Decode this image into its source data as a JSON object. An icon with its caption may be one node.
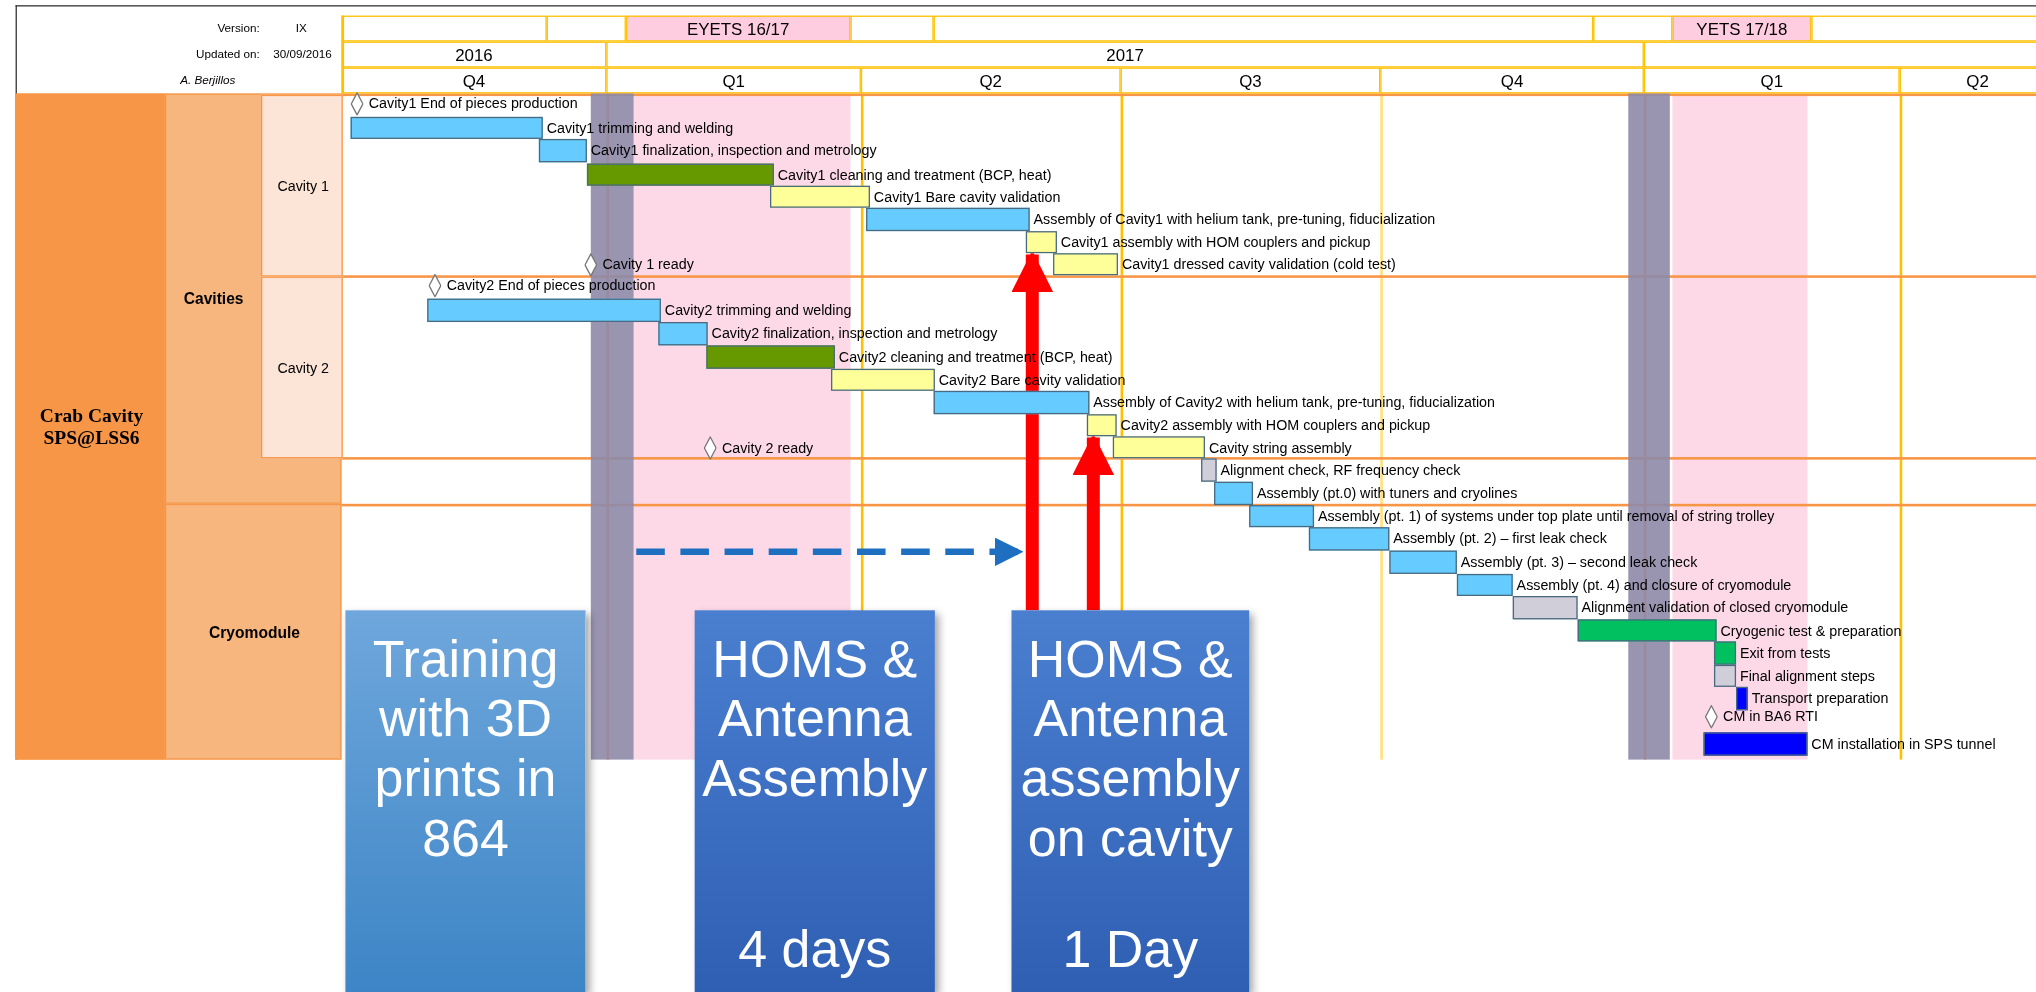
{
  "diagram": {
    "nodes": [
      {
        "text": [
          "Crab Cavity SPS@LSS6"
        ]
      },
      {
        "text": [
          "Cavities"
        ]
      },
      {
        "text": [
          "Cavity 1"
        ],
        "in": 1
      },
      {
        "text": [
          "Cavity 2"
        ],
        "in": 1
      },
      {
        "text": [
          "Cryomodule"
        ]
      },
      {
        "text": [],
        "shape": "diamond",
        "beside": [
          "Cavity1 End of pieces production"
        ]
      },
      {
        "text": [],
        "shape": "bar",
        "beside": [
          "Cavity1 trimming and welding"
        ]
      },
      {
        "text": [],
        "shape": "bar",
        "beside": [
          "Cavity1 finalization, inspection and metrology"
        ]
      },
      {
        "text": [],
        "shape": "bar",
        "beside": [
          "Cavity1 cleaning and treatment (BCP, heat)"
        ]
      },
      {
        "text": [],
        "shape": "bar",
        "beside": [
          "Cavity1 Bare cavity validation"
        ]
      },
      {
        "text": [],
        "shape": "bar",
        "beside": [
          "Assembly of Cavity1 with helium tank, pre-tuning, fiducialization"
        ]
      },
      {
        "text": [],
        "shape": "bar",
        "beside": [
          "Cavity1 assembly with HOM couplers and pickup"
        ]
      },
      {
        "text": [],
        "shape": "bar",
        "beside": [
          "Cavity1 dressed cavity validation (cold test)"
        ]
      },
      {
        "text": [],
        "shape": "diamond",
        "beside": [
          "Cavity 1 ready"
        ]
      },
      {
        "text": [],
        "shape": "diamond",
        "beside": [
          "Cavity2 End of pieces production"
        ]
      },
      {
        "text": [],
        "shape": "bar",
        "beside": [
          "Cavity2 trimming and welding"
        ]
      },
      {
        "text": [],
        "shape": "bar",
        "beside": [
          "Cavity2 finalization, inspection and metrology"
        ]
      },
      {
        "text": [],
        "shape": "bar",
        "beside": [
          "Cavity2 cleaning and treatment (BCP, heat)"
        ]
      },
      {
        "text": [],
        "shape": "bar",
        "beside": [
          "Cavity2 Bare cavity validation"
        ]
      },
      {
        "text": [],
        "shape": "bar",
        "beside": [
          "Assembly of Cavity2 with helium tank, pre-tuning, fiducialization"
        ]
      },
      {
        "text": [],
        "shape": "bar",
        "beside": [
          "Cavity2 assembly with HOM couplers and pickup"
        ]
      },
      {
        "text": [],
        "shape": "diamond",
        "beside": [
          "Cavity 2 ready"
        ]
      },
      {
        "text": [],
        "shape": "bar",
        "beside": [
          "Cavity string assembly"
        ]
      },
      {
        "text": [],
        "shape": "bar",
        "beside": [
          "Alignment check, RF frequency check"
        ]
      },
      {
        "text": [],
        "shape": "bar",
        "beside": [
          "Assembly (pt.0) with tuners and cryolines"
        ]
      },
      {
        "text": [],
        "shape": "bar",
        "beside": [
          "Assembly (pt. 1) of systems under top plate until removal of string trolley"
        ]
      },
      {
        "text": [],
        "shape": "bar",
        "beside": [
          "Assembly (pt. 2) – first leak check"
        ]
      },
      {
        "text": [],
        "shape": "bar",
        "beside": [
          "Assembly (pt. 3) – second leak check"
        ]
      },
      {
        "text": [],
        "shape": "bar",
        "beside": [
          "Assembly (pt. 4) and closure of cryomodule"
        ]
      },
      {
        "text": [],
        "shape": "bar",
        "beside": [
          "Alignment validation of closed cryomodule"
        ]
      },
      {
        "text": [],
        "shape": "bar",
        "beside": [
          "Cryogenic test & preparation"
        ]
      },
      {
        "text": [],
        "shape": "bar",
        "beside": [
          "Exit from tests"
        ]
      },
      {
        "text": [],
        "shape": "bar",
        "beside": [
          "Final alignment steps"
        ]
      },
      {
        "text": [],
        "shape": "bar",
        "beside": [
          "Transport preparation"
        ]
      },
      {
        "text": [],
        "shape": "diamond",
        "beside": [
          "CM in BA6 RTI"
        ]
      },
      {
        "text": [],
        "shape": "bar",
        "beside": [
          "CM installation in SPS tunnel"
        ]
      },
      {
        "text": [
          "Training with 3D prints in 864"
        ]
      },
      {
        "text": [
          "HOMS & Antenna Assembly",
          "4 days"
        ]
      },
      {
        "text": [
          "HOMS & Antenna assembly on cavity",
          "1 Day"
        ]
      }
    ],
    "edges": [
      {
        "from": 38,
        "to": 11,
        "arrow": "to",
        "color": "#ff0000"
      },
      {
        "from": 38,
        "to": 20,
        "arrow": "to",
        "color": "#ff0000"
      }
    ],
    "labels": [
      "Version:",
      "IX",
      "Updated on:",
      "30/09/2016",
      "A. Berjillos",
      "EYETS 16/17",
      "YETS 17/18",
      "2016",
      "2017",
      "Q4",
      "Q1",
      "Q2",
      "Q3",
      "Q4",
      "Q1",
      "Q2"
    ]
  }
}
